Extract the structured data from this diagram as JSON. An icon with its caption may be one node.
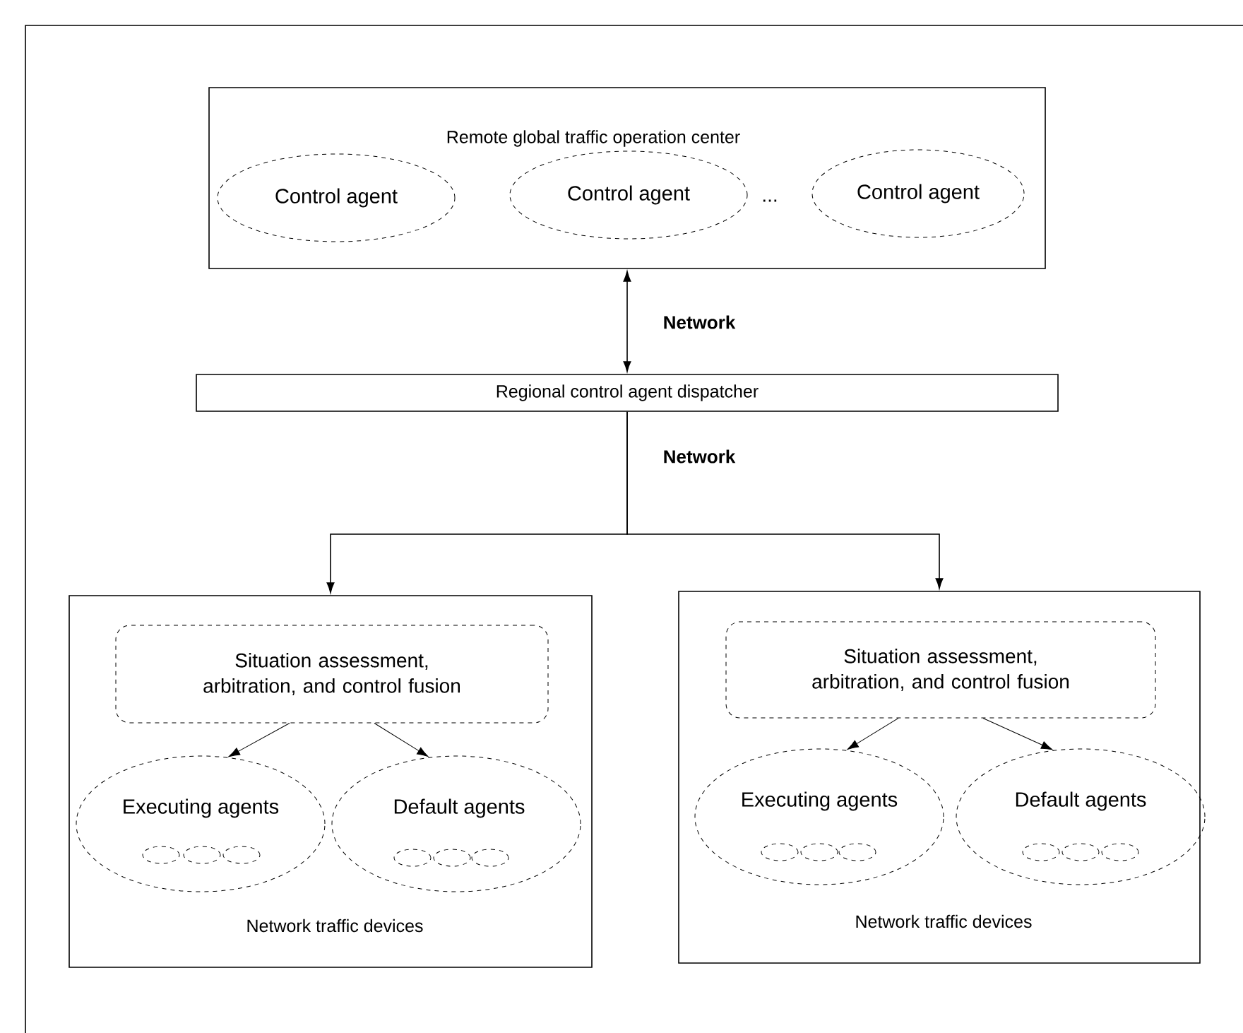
{
  "diagram": {
    "nodes": [
      {
        "text": [
          "Remote global traffic operation center"
        ]
      },
      {
        "text": [
          "Control agent"
        ],
        "in": 0
      },
      {
        "text": [
          "Control agent"
        ],
        "in": 0
      },
      {
        "text": [
          "Control agent"
        ],
        "in": 0
      },
      {
        "text": [
          "Regional control agent dispatcher"
        ]
      },
      {
        "text": [
          "Network traffic devices"
        ]
      },
      {
        "text": [
          "Situation assessment, arbitration, and control fusion"
        ],
        "in": 5
      },
      {
        "text": [
          "Executing agents"
        ],
        "in": 5
      },
      {
        "text": [],
        "shape": "ellipse",
        "in": 7
      },
      {
        "text": [],
        "shape": "ellipse",
        "in": 7
      },
      {
        "text": [],
        "shape": "ellipse",
        "in": 7
      },
      {
        "text": [
          "Default agents"
        ],
        "in": 5
      },
      {
        "text": [],
        "shape": "ellipse",
        "in": 11
      },
      {
        "text": [],
        "shape": "ellipse",
        "in": 11
      },
      {
        "text": [],
        "shape": "ellipse",
        "in": 11
      },
      {
        "text": [
          "Network traffic devices"
        ]
      },
      {
        "text": [
          "Situation assessment, arbitration, and control fusion"
        ],
        "in": 15
      },
      {
        "text": [
          "Executing agents"
        ],
        "in": 15
      },
      {
        "text": [],
        "shape": "ellipse",
        "in": 17
      },
      {
        "text": [],
        "shape": "ellipse",
        "in": 17
      },
      {
        "text": [],
        "shape": "ellipse",
        "in": 17
      },
      {
        "text": [
          "Default agents"
        ],
        "in": 15
      },
      {
        "text": [],
        "shape": "ellipse",
        "in": 21
      },
      {
        "text": [],
        "shape": "ellipse",
        "in": 21
      },
      {
        "text": [],
        "shape": "ellipse",
        "in": 21
      }
    ],
    "edges": [
      {
        "from": 0,
        "to": 4,
        "arrow": "both",
        "label": "Network"
      },
      {
        "from": 4,
        "to": 5,
        "arrow": "to",
        "label": "Network"
      },
      {
        "from": 4,
        "to": 15,
        "arrow": "to"
      },
      {
        "from": 6,
        "to": 7,
        "arrow": "to"
      },
      {
        "from": 6,
        "to": 11,
        "arrow": "to"
      },
      {
        "from": 16,
        "to": 17,
        "arrow": "to"
      },
      {
        "from": 16,
        "to": 21,
        "arrow": "to"
      }
    ],
    "labels": [
      "..."
    ]
  }
}
